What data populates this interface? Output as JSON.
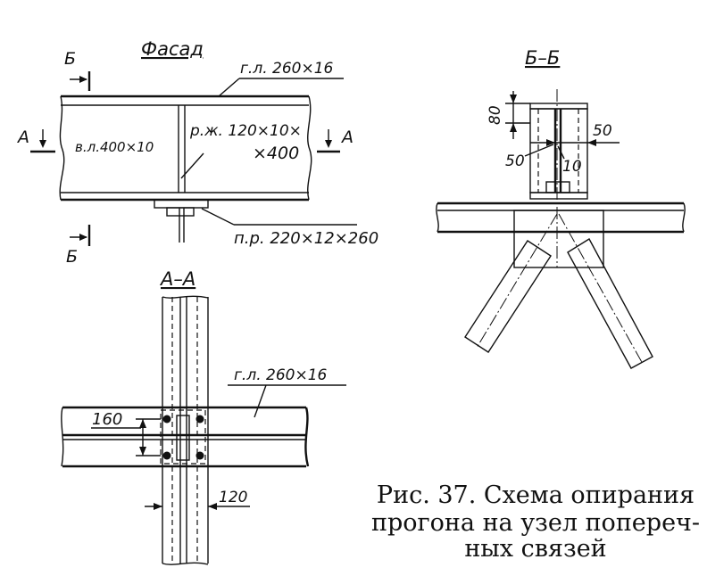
{
  "facade": {
    "title": "Фасад",
    "section_mark_top": "Б",
    "section_mark_bottom": "Б",
    "section_mark_left": "А",
    "section_mark_right": "А",
    "flange_label": "г.л. 260×16",
    "web_label": "в.л.400×10",
    "rib_label_line1": "р.ж. 120×10×",
    "rib_label_line2": "×400",
    "plate_label": "п.р. 220×12×260"
  },
  "section_aa": {
    "title": "А–А",
    "flange_label": "г.л. 260×16",
    "dim_160": "160",
    "dim_120": "120"
  },
  "section_bb": {
    "title": "Б–Б",
    "dim_80": "80",
    "dim_50_left": "50",
    "dim_50_right": "50",
    "dim_10": "10"
  },
  "caption": {
    "line1": "Рис. 37. Схема опирания",
    "line2": "прогона на узел попереч-",
    "line3": "ных связей"
  }
}
